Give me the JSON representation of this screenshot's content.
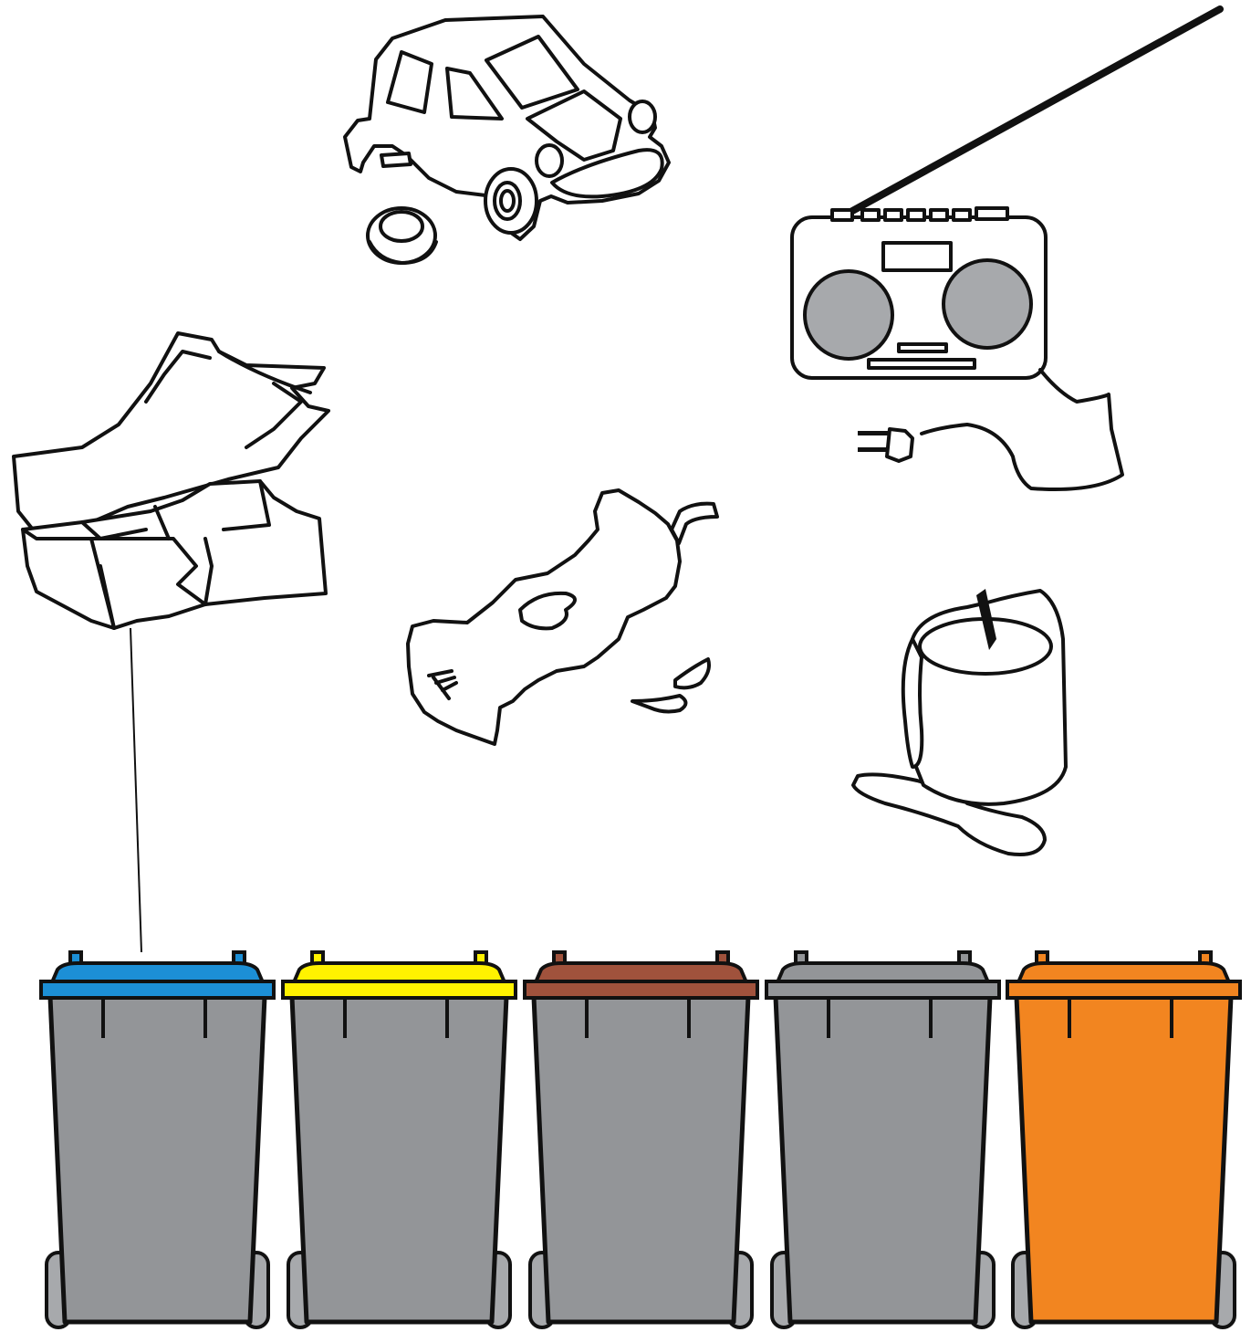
{
  "bin_colors": {
    "gray_body": "#939598",
    "wheel": "#a7a9ac",
    "outline": "#111111"
  },
  "bins": [
    {
      "name": "blue-lid-bin",
      "lid_color": "#1c8fd6",
      "body_color": "#939598"
    },
    {
      "name": "yellow-lid-bin",
      "lid_color": "#fff200",
      "body_color": "#939598"
    },
    {
      "name": "brown-lid-bin",
      "lid_color": "#a0523c",
      "body_color": "#939598"
    },
    {
      "name": "gray-lid-bin",
      "lid_color": "#939598",
      "body_color": "#939598"
    },
    {
      "name": "orange-bin",
      "lid_color": "#f28520",
      "body_color": "#f28520"
    }
  ],
  "items": [
    {
      "name": "broken-toy-car-icon"
    },
    {
      "name": "boombox-radio-icon"
    },
    {
      "name": "paper-and-cardboard-icon"
    },
    {
      "name": "apple-core-icon"
    },
    {
      "name": "melted-candle-icon"
    }
  ],
  "connections": [
    {
      "from": "paper-and-cardboard-icon",
      "to": "blue-lid-bin"
    },
    {
      "from": "boombox-radio-icon",
      "to": "top-right-edge"
    }
  ]
}
